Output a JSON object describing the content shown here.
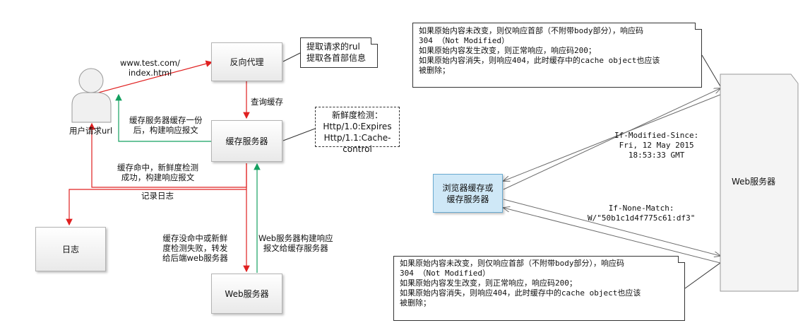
{
  "left": {
    "user_label": "用户请求url",
    "proxy": "反向代理",
    "cache_server": "缓存服务器",
    "log": "日志",
    "web_server": "Web服务器",
    "note_proxy": [
      "提取请求的rul",
      "提取各首部信息"
    ],
    "note_fresh": [
      "新鲜度检测：",
      "Http/1.0:Expires",
      "Http/1.1:Cache-control"
    ],
    "edge_url": [
      "www.test.com/",
      "index.html"
    ],
    "edge_query": "查询缓存",
    "edge_build": [
      "缓存服务器缓存一份",
      "后，构建响应报文"
    ],
    "edge_hit": [
      "缓存命中，新鲜度检测",
      "成功，构建响应报文"
    ],
    "edge_log": "记录日志",
    "edge_miss": [
      "缓存没命中或新鲜",
      "度检测失败，转发",
      "给后端web服务器"
    ],
    "edge_web_resp": [
      "Web服务器构建响应",
      "报文给缓存服务器"
    ]
  },
  "right": {
    "browser_cache": [
      "浏览器缓存或",
      "缓存服务器"
    ],
    "web_server": "Web服务器",
    "note_top": [
      "如果原始内容未改变，则仅响应首部（不附带body部分），响应码",
      "304 （Not Modified）",
      "如果原始内容发生改变，则正常响应，响应码200；",
      "如果原始内容消失，则响应404，此时缓存中的cache object也应该",
      "被删除；"
    ],
    "note_bottom": [
      "如果原始内容未改变，则仅响应首部（不附带body部分），响应码",
      "304 （Not Modified）",
      "如果原始内容发生改变，则正常响应，响应码200；",
      "如果原始内容消失，则响应404，此时缓存中的cache object也应该",
      "被删除；"
    ],
    "if_modified": [
      "If-Modified-Since:",
      "Fri, 12 May 2015",
      "18:53:33 GMT"
    ],
    "if_none_match": [
      "If-None-Match:",
      "W/\"50b1c1d4f775c61:df3\""
    ]
  },
  "colors": {
    "red": "#e02020",
    "green": "#14a060",
    "gray": "#6b6b6b",
    "blue_fill": "#cfe8f7"
  }
}
